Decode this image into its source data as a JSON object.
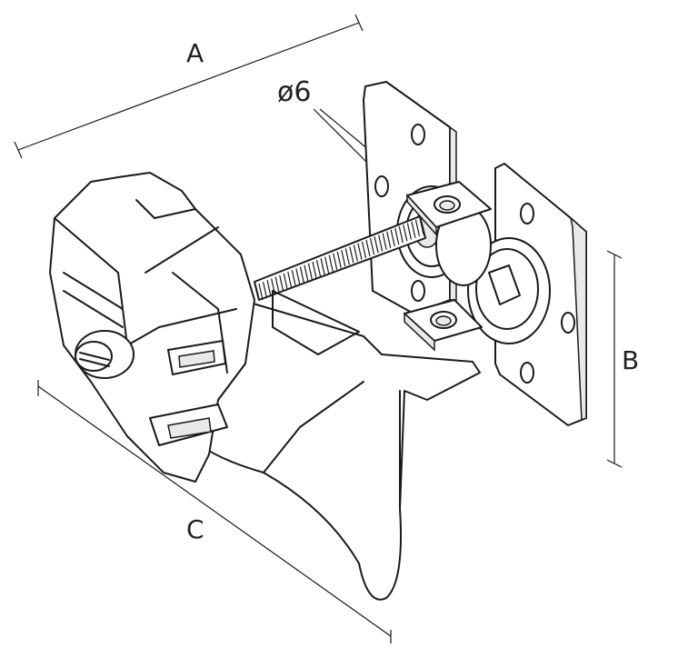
{
  "diagram": {
    "labels": {
      "A": "A",
      "B": "B",
      "C": "C",
      "diameter": "ø6"
    },
    "colors": {
      "line": "#1a1a1a",
      "fill": "#ffffff",
      "shade": "#e9e9e9"
    }
  }
}
